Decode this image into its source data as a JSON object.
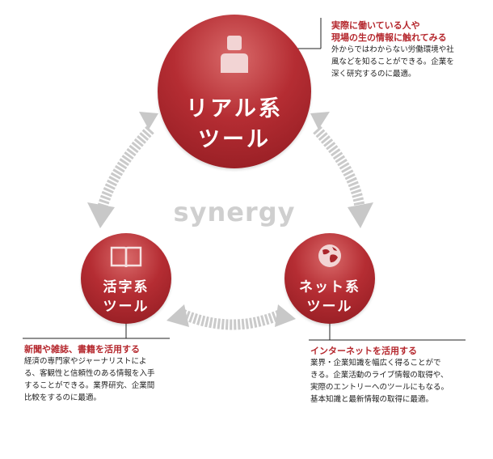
{
  "diagram": {
    "center_label": "synergy",
    "nodes": {
      "real": {
        "title_line1": "リアル系",
        "title_line2": "ツール",
        "icon": "person-icon",
        "note_title_line1": "実際に働いている人や",
        "note_title_line2": "現場の生の情報に触れてみる",
        "note_body_line1": "外からではわからない労働環境や社",
        "note_body_line2": "風などを知ることができる。企業を",
        "note_body_line3": "深く研究するのに最適。"
      },
      "katsuji": {
        "title_line1": "活字系",
        "title_line2": "ツール",
        "icon": "book-icon",
        "note_title": "新聞や雑誌、書籍を活用する",
        "note_body_line1": "経済の専門家やジャーナリストによ",
        "note_body_line2": "る、客観性と信頼性のある情報を入手",
        "note_body_line3": "することができる。業界研究、企業間",
        "note_body_line4": "比較をするのに最適。"
      },
      "net": {
        "title_line1": "ネット系",
        "title_line2": "ツール",
        "icon": "globe-icon",
        "note_title": "インターネットを活用する",
        "note_body_line1": "業界・企業知識を幅広く得ることがで",
        "note_body_line2": "きる。企業活動のライブ情報の取得や、",
        "note_body_line3": "実際のエントリーへのツールにもなる。",
        "note_body_line4": "基本知識と最新情報の取得に最適。"
      }
    },
    "colors": {
      "accent": "#b5282e",
      "arrow": "#c8c8c8",
      "synergy_text": "#cfcfcf"
    }
  }
}
